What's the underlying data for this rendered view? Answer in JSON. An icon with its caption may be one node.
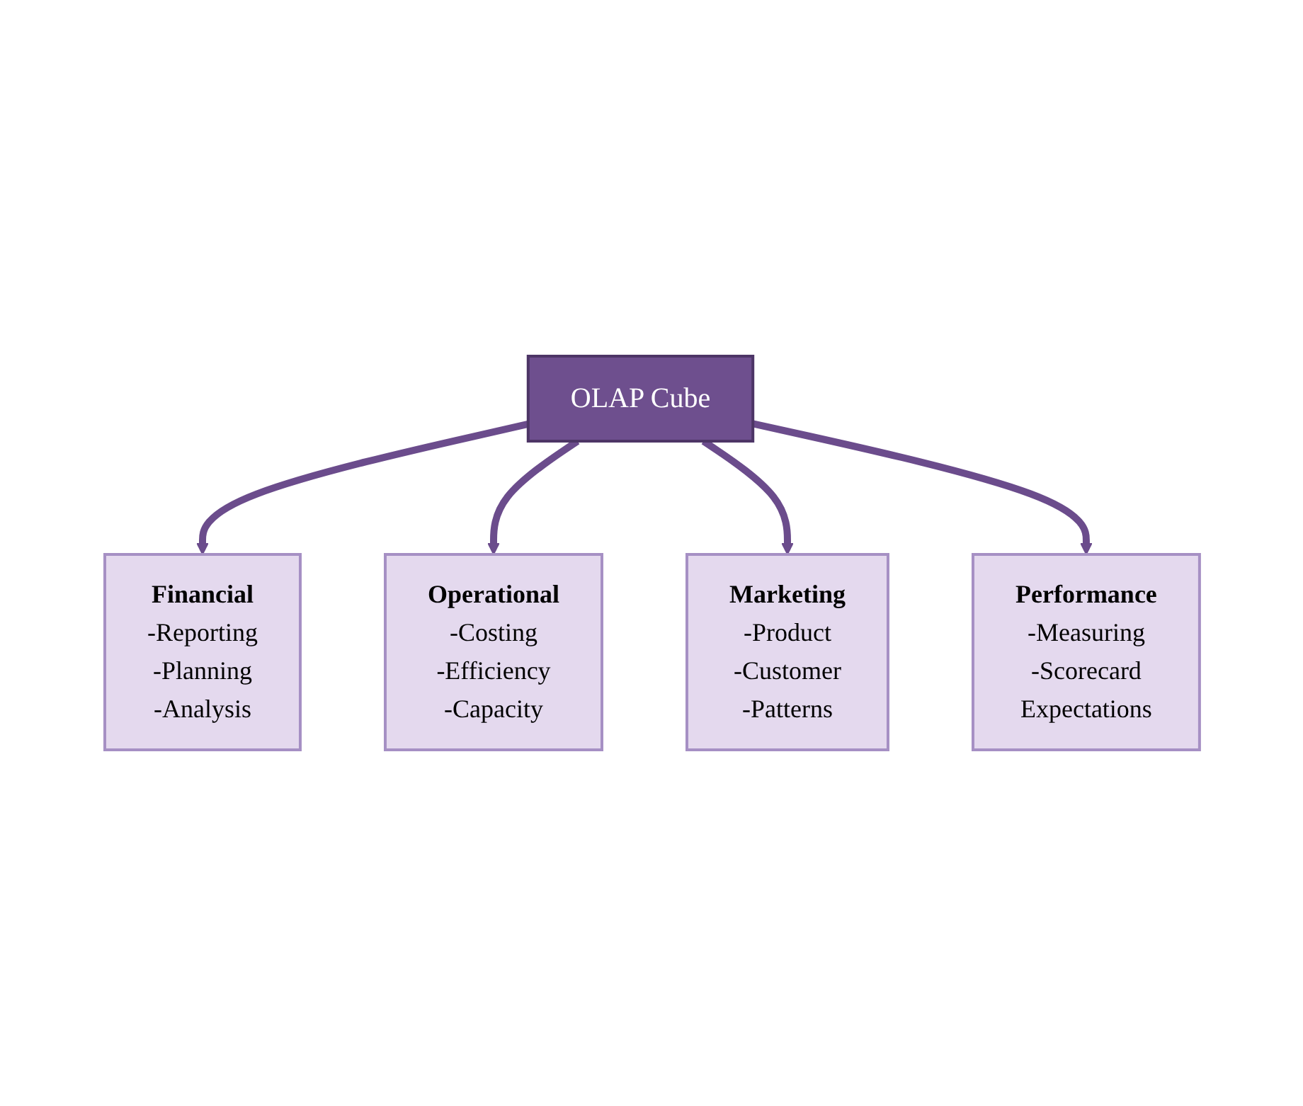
{
  "diagram": {
    "nodes": [
      {
        "text": [
          "Financial",
          "-Reporting",
          "-Planning",
          "-Analysis"
        ]
      },
      {
        "text": [
          "Operational",
          "-Costing",
          "-Efficiency",
          "-Capacity"
        ]
      },
      {
        "text": [
          "OLAP Cube"
        ]
      },
      {
        "text": [
          "Marketing",
          "-Product",
          "-Customer",
          "-Patterns"
        ]
      },
      {
        "text": [
          "Performance",
          "-Measuring",
          "-Scorecard",
          "Expectations"
        ]
      }
    ],
    "edges": [
      {
        "from": 2,
        "to": 0,
        "arrow": "to"
      },
      {
        "from": 2,
        "to": 1,
        "arrow": "to"
      },
      {
        "from": 2,
        "to": 3,
        "arrow": "to"
      },
      {
        "from": 2,
        "to": 4,
        "arrow": "to"
      }
    ]
  }
}
